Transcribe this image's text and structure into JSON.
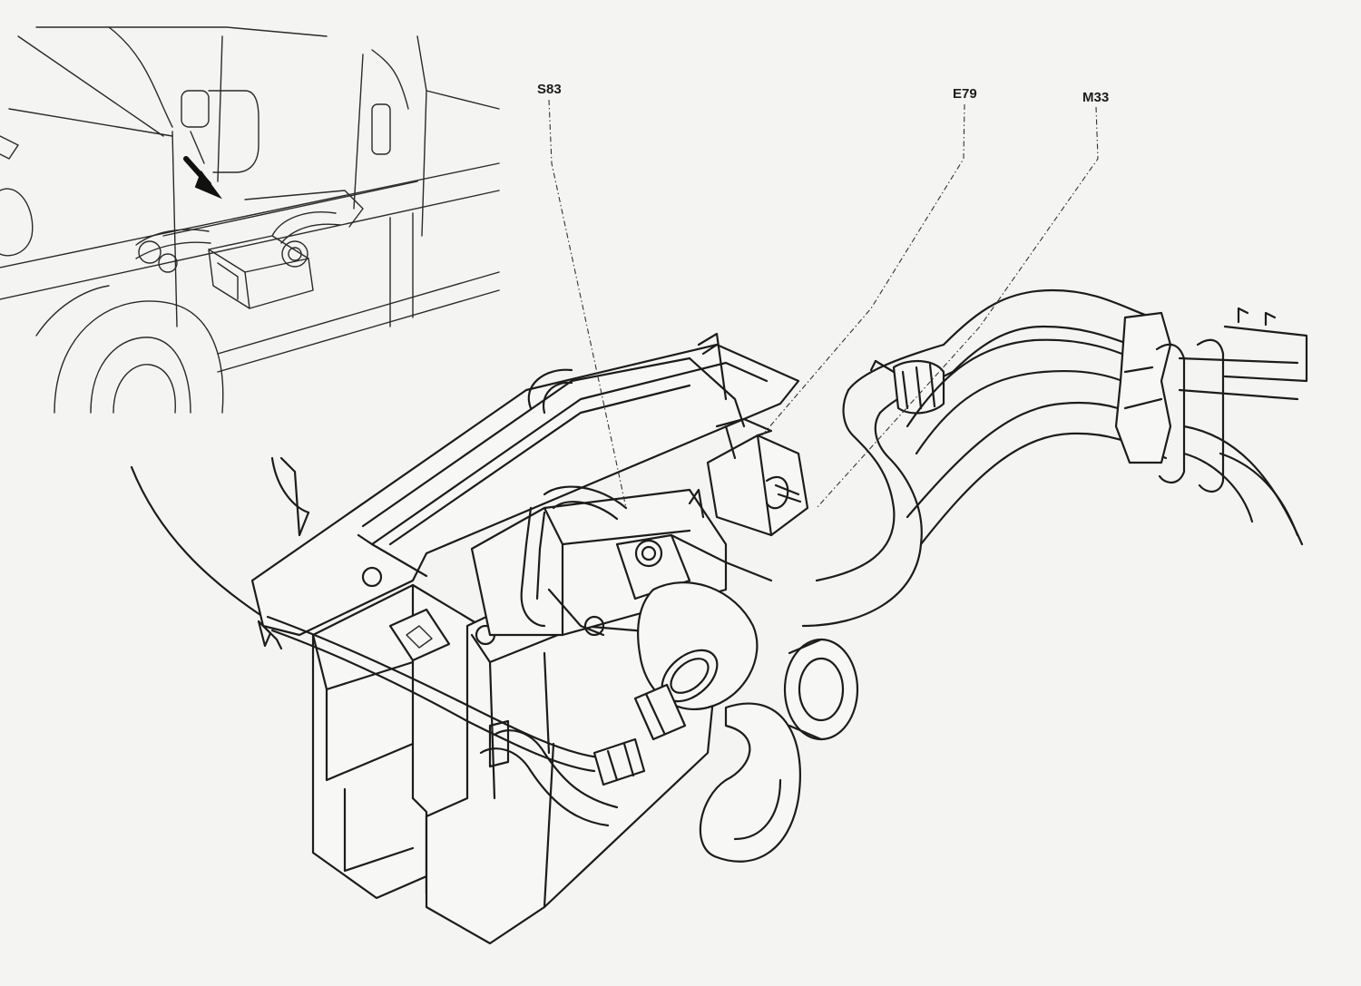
{
  "callouts": {
    "s83": "S83",
    "e79": "E79",
    "m33": "M33"
  },
  "colors": {
    "line": "#1c1c1c",
    "paper": "#f4f4f2"
  },
  "icons": {
    "inset_arrow": "location-arrow-icon",
    "logo": "diamond-logo-icon"
  }
}
